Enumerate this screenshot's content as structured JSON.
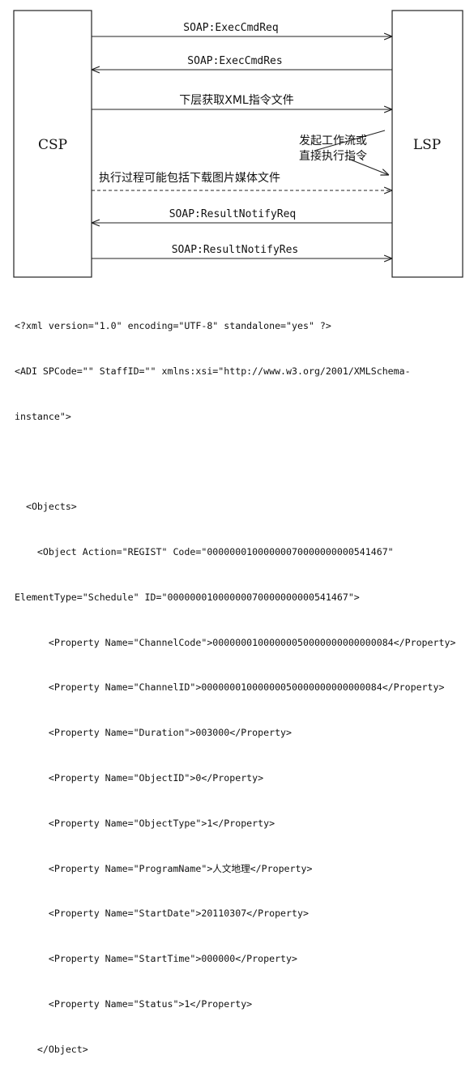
{
  "diagram": {
    "left_entity": "CSP",
    "right_entity": "LSP",
    "messages": [
      {
        "label": "SOAP:ExecCmdReq",
        "direction": "right",
        "style": "solid"
      },
      {
        "label": "SOAP:ExecCmdRes",
        "direction": "left",
        "style": "solid"
      },
      {
        "label": "下层获取XML指令文件",
        "direction": "right",
        "style": "solid"
      },
      {
        "label": "执行过程可能包括下载图片媒体文件",
        "direction": "right",
        "style": "dashed"
      },
      {
        "label": "SOAP:ResultNotifyReq",
        "direction": "left",
        "style": "solid"
      },
      {
        "label": "SOAP:ResultNotifyRes",
        "direction": "right",
        "style": "solid"
      }
    ],
    "self_note": [
      "发起工作流或",
      "直接执行指令"
    ]
  },
  "code_lines": [
    "<?xml version=\"1.0\" encoding=\"UTF-8\" standalone=\"yes\" ?>",
    "<ADI SPCode=\"\" StaffID=\"\" xmlns:xsi=\"http://www.w3.org/2001/XMLSchema-",
    "instance\">",
    "",
    "  <Objects>",
    "    <Object Action=\"REGIST\" Code=\"00000001000000070000000000541467\"",
    "ElementType=\"Schedule\" ID=\"00000001000000070000000000541467\">",
    "      <Property Name=\"ChannelCode\">00000001000000050000000000000084</Property>",
    "      <Property Name=\"ChannelID\">00000001000000050000000000000084</Property>",
    "      <Property Name=\"Duration\">003000</Property>",
    "      <Property Name=\"ObjectID\">0</Property>",
    "      <Property Name=\"ObjectType\">1</Property>",
    "      <Property Name=\"ProgramName\">人文地理</Property>",
    "      <Property Name=\"StartDate\">20110307</Property>",
    "      <Property Name=\"StartTime\">000000</Property>",
    "      <Property Name=\"Status\">1</Property>",
    "    </Object>"
  ]
}
